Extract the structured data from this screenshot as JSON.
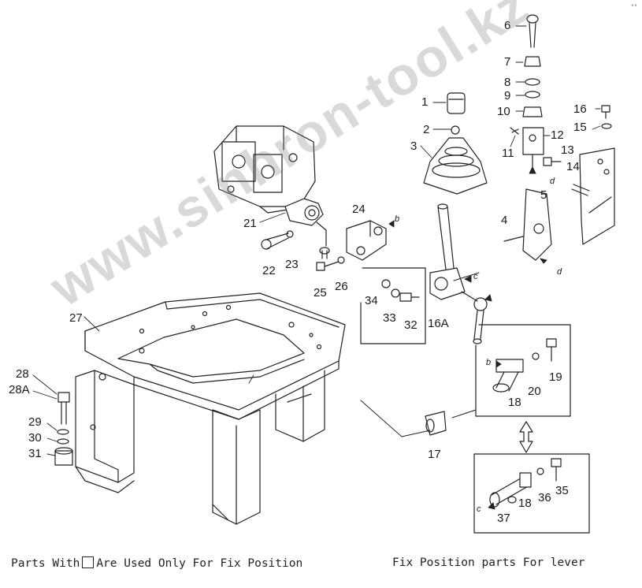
{
  "labels": [
    {
      "id": "1",
      "text": "1"
    },
    {
      "id": "2",
      "text": "2"
    },
    {
      "id": "3",
      "text": "3"
    },
    {
      "id": "4",
      "text": "4"
    },
    {
      "id": "5",
      "text": "5"
    },
    {
      "id": "6",
      "text": "6"
    },
    {
      "id": "7",
      "text": "7"
    },
    {
      "id": "8",
      "text": "8"
    },
    {
      "id": "9",
      "text": "9"
    },
    {
      "id": "10",
      "text": "10"
    },
    {
      "id": "11",
      "text": "11"
    },
    {
      "id": "12",
      "text": "12"
    },
    {
      "id": "13",
      "text": "13"
    },
    {
      "id": "14",
      "text": "14"
    },
    {
      "id": "15",
      "text": "15"
    },
    {
      "id": "16",
      "text": "16"
    },
    {
      "id": "16A",
      "text": "16A"
    },
    {
      "id": "17",
      "text": "17"
    },
    {
      "id": "18",
      "text": "18"
    },
    {
      "id": "18b",
      "text": "18"
    },
    {
      "id": "19",
      "text": "19"
    },
    {
      "id": "20",
      "text": "20"
    },
    {
      "id": "21",
      "text": "21"
    },
    {
      "id": "22",
      "text": "22"
    },
    {
      "id": "23",
      "text": "23"
    },
    {
      "id": "24",
      "text": "24"
    },
    {
      "id": "25",
      "text": "25"
    },
    {
      "id": "26",
      "text": "26"
    },
    {
      "id": "27",
      "text": "27"
    },
    {
      "id": "28",
      "text": "28"
    },
    {
      "id": "28A",
      "text": "28A"
    },
    {
      "id": "29",
      "text": "29"
    },
    {
      "id": "30",
      "text": "30"
    },
    {
      "id": "31",
      "text": "31"
    },
    {
      "id": "32",
      "text": "32"
    },
    {
      "id": "33",
      "text": "33"
    },
    {
      "id": "34",
      "text": "34"
    },
    {
      "id": "35",
      "text": "35"
    },
    {
      "id": "36",
      "text": "36"
    },
    {
      "id": "37",
      "text": "37"
    },
    {
      "id": "b1",
      "text": "b"
    },
    {
      "id": "b2",
      "text": "b"
    },
    {
      "id": "c1",
      "text": "c"
    },
    {
      "id": "c2",
      "text": "c"
    },
    {
      "id": "d1",
      "text": "d"
    },
    {
      "id": "d2",
      "text": "d"
    }
  ],
  "captions": {
    "left_before": "Parts With",
    "left_after": "Are Used Only For Fix Position",
    "right": "Fix Position parts For lever"
  },
  "watermark": "www.sinhron-tool.kz",
  "corner_mark": "ᵃᵃ"
}
